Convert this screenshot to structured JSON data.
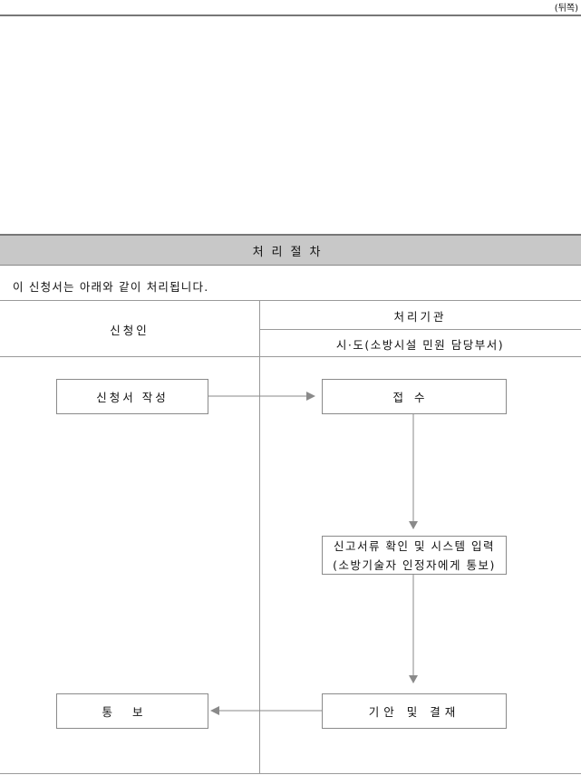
{
  "page": {
    "back_label": "(뒤쪽)"
  },
  "procedure": {
    "section_title": "처리절차",
    "intro_text": "이 신청서는 아래와 같이 처리됩니다.",
    "headers": {
      "applicant": "신청인",
      "processing_agency": "처리기관",
      "agency_name": "시·도(소방시설 민원 담당부서)"
    },
    "steps": {
      "write_application": "신청서 작성",
      "receipt": "접수",
      "check_line1": "신고서류 확인 및 시스템 입력",
      "check_line2": "(소방기술자 인정자에게 통보)",
      "draft_approval": "기안 및 결재",
      "notify": "통보"
    }
  },
  "colors": {
    "section_band": "#c8c8c8",
    "lines": "#9a9a9a",
    "arrows": "#8a8a8a"
  }
}
